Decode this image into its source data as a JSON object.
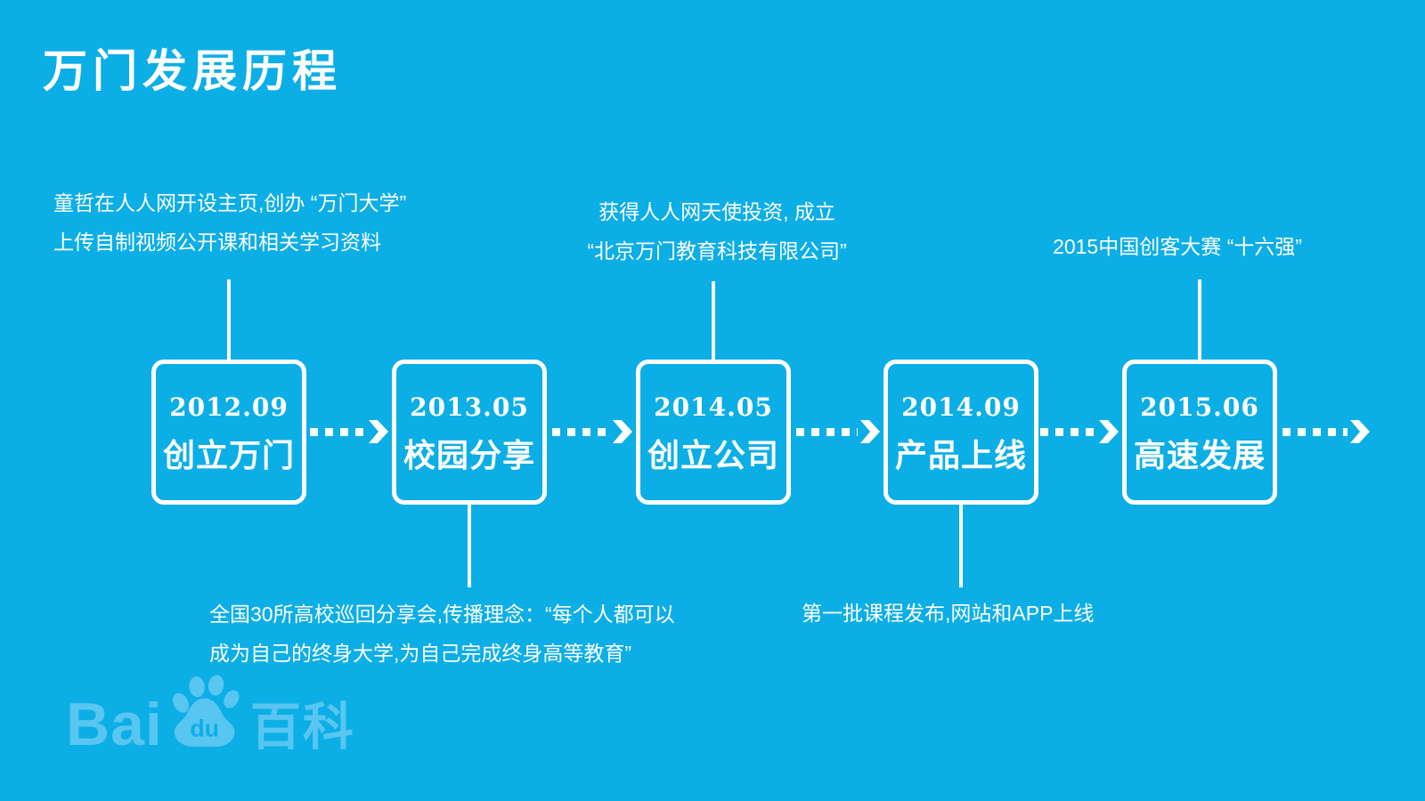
{
  "page": {
    "title": "万门发展历程"
  },
  "colors": {
    "background": "#0CAEE6",
    "foreground": "#FFFFFF",
    "watermark": "#58C6F0"
  },
  "timeline": {
    "nodes": [
      {
        "date": "2012.09",
        "label": "创立万门"
      },
      {
        "date": "2013.05",
        "label": "校园分享"
      },
      {
        "date": "2014.05",
        "label": "创立公司"
      },
      {
        "date": "2014.09",
        "label": "产品上线"
      },
      {
        "date": "2015.06",
        "label": "高速发展"
      }
    ]
  },
  "annotations": {
    "top_left": {
      "lines": [
        "童哲在人人网开设主页,创办 “万门大学”",
        "上传自制视频公开课和相关学习资料"
      ]
    },
    "top_middle": {
      "lines": [
        "获得人人网天使投资, 成立",
        "“北京万门教育科技有限公司”"
      ]
    },
    "top_right": {
      "lines": [
        "2015中国创客大赛 “十六强”"
      ]
    },
    "bottom_left": {
      "lines": [
        "全国30所高校巡回分享会,传播理念：“每个人都可以",
        "成为自己的终身大学,为自己完成终身高等教育”"
      ]
    },
    "bottom_right": {
      "lines": [
        "第一批课程发布,网站和APP上线"
      ]
    }
  },
  "watermark": {
    "text_bai": "Bai",
    "text_du": "du",
    "text_baike": "百科",
    "icon": "baidu-paw-icon"
  }
}
